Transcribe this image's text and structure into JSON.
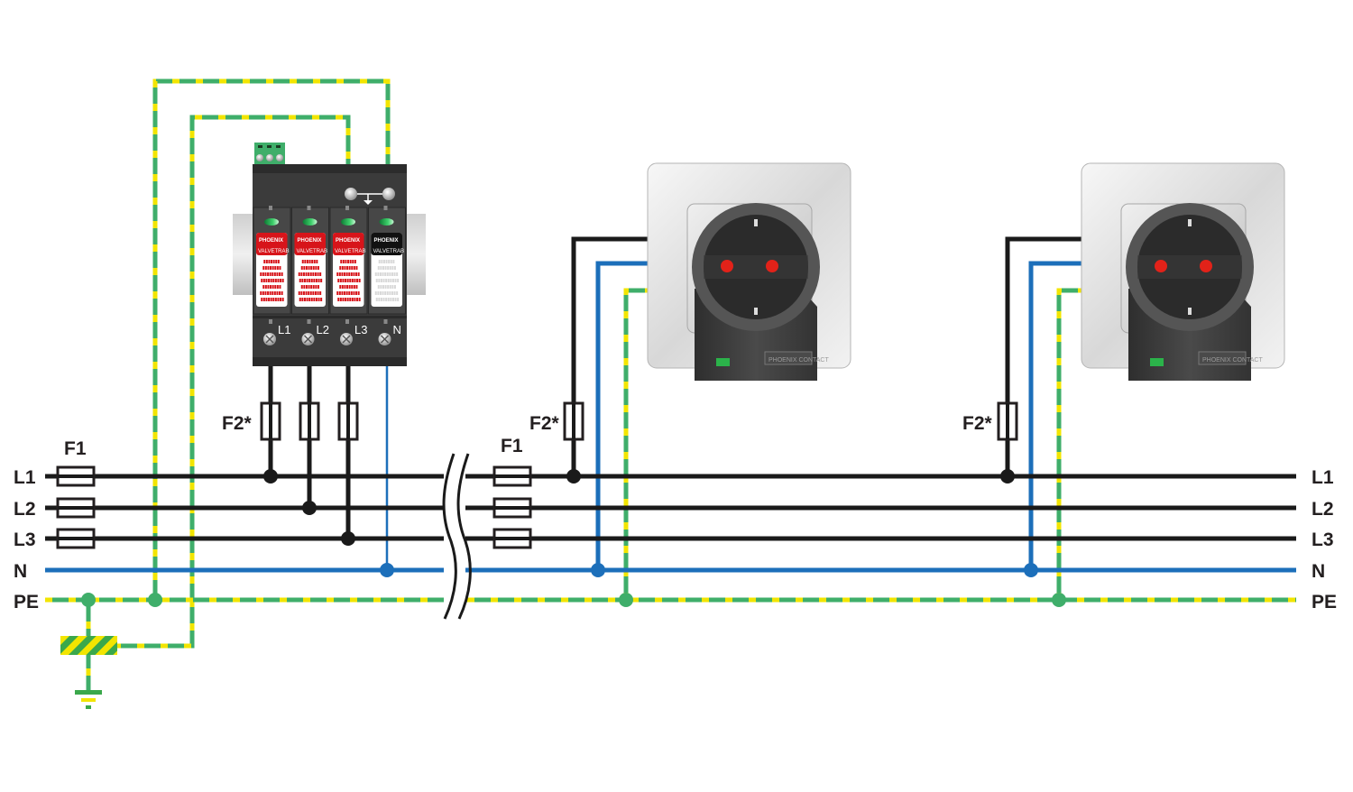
{
  "diagram": {
    "title": "Three-phase surge protection wiring with socket-outlet protective devices",
    "colors": {
      "phase": "#1a1a1a",
      "neutral": "#1c6fba",
      "pe_green": "#3fae6a",
      "pe_yellow": "#f2e500",
      "node_pe": "#3fae6a",
      "spd_housing": "#3a3a3a",
      "spd_red": "#d7141a",
      "socket_plate": "#e6e6e6",
      "socket_body": "#3c3c3c",
      "socket_contact": "#e22219",
      "led_green": "#2bb34a"
    },
    "bus_labels_left": [
      "L1",
      "L2",
      "L3",
      "N",
      "PE"
    ],
    "bus_labels_right": [
      "L1",
      "L2",
      "L3",
      "N",
      "PE"
    ],
    "fuse_labels": {
      "main_left": "F1",
      "main_right": "F1",
      "spd_backup": "F2*",
      "socket1_backup": "F2*",
      "socket2_backup": "F2*"
    },
    "spd": {
      "brand": "PHOENIX CONTACT",
      "product": "VALVETRAB",
      "modules": [
        {
          "terminal": "L1",
          "type": "varistor",
          "color": "red"
        },
        {
          "terminal": "L2",
          "type": "varistor",
          "color": "red"
        },
        {
          "terminal": "L3",
          "type": "varistor",
          "color": "red"
        },
        {
          "terminal": "N",
          "type": "spark-gap",
          "color": "black"
        }
      ],
      "earth_terminal_symbol": "ground"
    },
    "sockets": [
      {
        "name": "Socket outlet 1",
        "brand": "PHOENIX CONTACT"
      },
      {
        "name": "Socket outlet 2",
        "brand": "PHOENIX CONTACT"
      }
    ],
    "components": {
      "equipotential_bar": "Equipotential bonding bar",
      "earth": "Earth electrode",
      "break_symbol": "Cable interruption"
    }
  }
}
